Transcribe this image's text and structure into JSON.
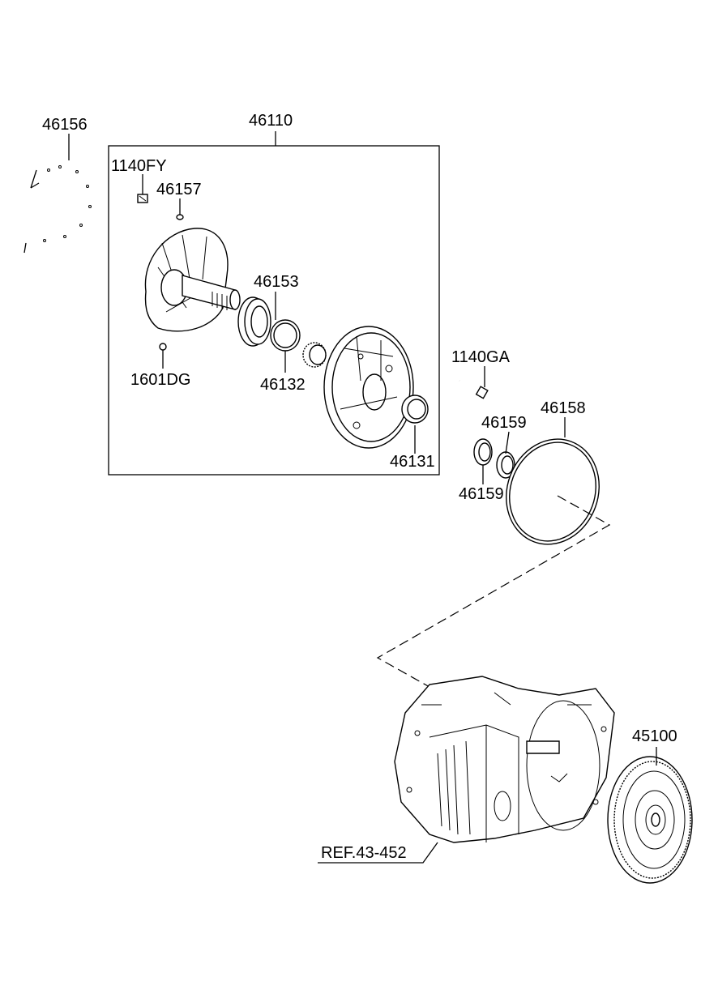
{
  "diagram": {
    "labels": {
      "l46156": "46156",
      "l46110": "46110",
      "l1140FY": "1140FY",
      "l46157": "46157",
      "l46153": "46153",
      "l1601DG": "1601DG",
      "l46132": "46132",
      "l46131": "46131",
      "l1140GA": "1140GA",
      "l46158": "46158",
      "l46159a": "46159",
      "l46159b": "46159",
      "l45100": "45100",
      "ref": "REF.43-452"
    }
  }
}
